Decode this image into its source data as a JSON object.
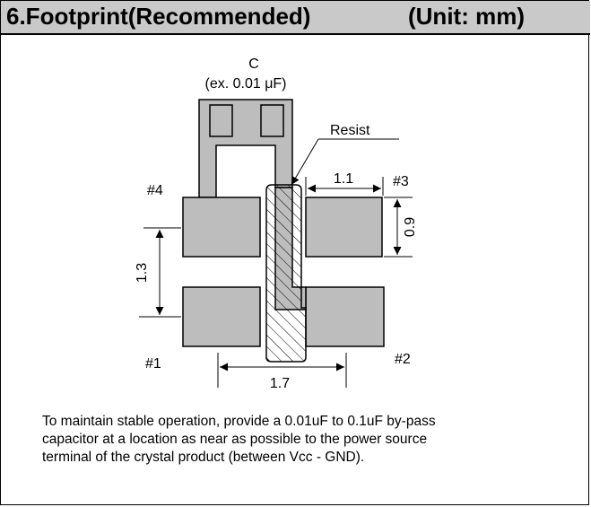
{
  "header": {
    "title": "6.Footprint(Recommended)",
    "unit": "(Unit: mm)"
  },
  "diagram": {
    "capacitor_label": "C",
    "capacitor_example": "(ex. 0.01 μF)",
    "resist_label": "Resist",
    "pins": {
      "pin1": "#1",
      "pin2": "#2",
      "pin3": "#3",
      "pin4": "#4"
    },
    "dimensions": {
      "pad_width": "1.1",
      "pad_height": "0.9",
      "pitch_vertical": "1.3",
      "pitch_horizontal": "1.7"
    },
    "colors": {
      "pad_fill": "#bdbdbd",
      "header_fill": "#c9c9c9"
    }
  },
  "note": {
    "lines": [
      "To maintain stable operation, provide a 0.01uF to 0.1uF by-pass",
      "capacitor at a location as near as possible to the power source",
      "terminal of the crystal product (between Vcc - GND)."
    ]
  }
}
